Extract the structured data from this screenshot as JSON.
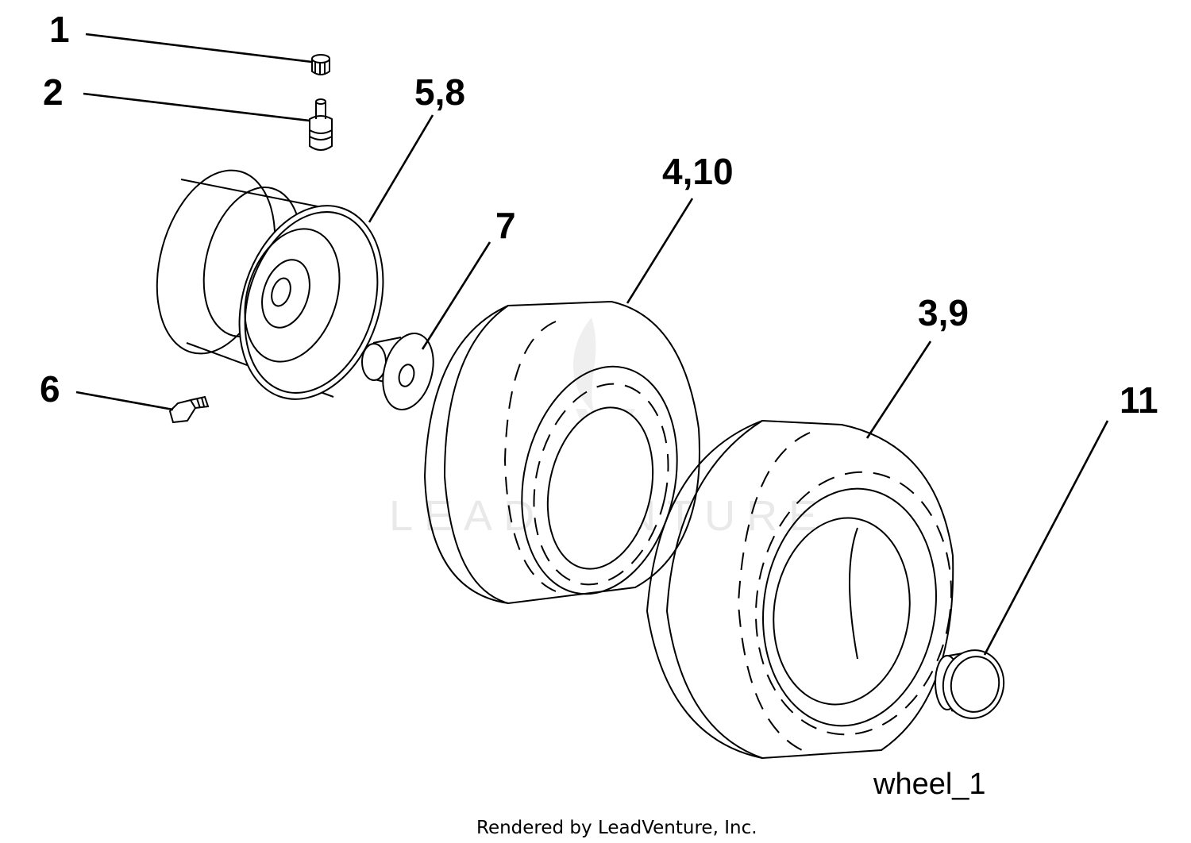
{
  "diagram": {
    "callouts": [
      {
        "id": "1",
        "label": "1"
      },
      {
        "id": "2",
        "label": "2"
      },
      {
        "id": "58",
        "label": "5,8"
      },
      {
        "id": "7",
        "label": "7"
      },
      {
        "id": "410",
        "label": "4,10"
      },
      {
        "id": "39",
        "label": "3,9"
      },
      {
        "id": "6",
        "label": "6"
      },
      {
        "id": "11",
        "label": "11"
      }
    ],
    "figure_id": "wheel_1",
    "watermark": "LEADVENTURE",
    "footer": "Rendered by LeadVenture, Inc."
  }
}
